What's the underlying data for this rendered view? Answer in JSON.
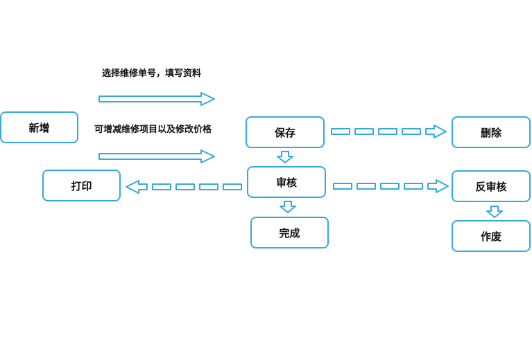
{
  "notes": {
    "select_fill": "选择维修单号，填写资料",
    "modify_items": "可增减维修项目以及修改价格"
  },
  "nodes": {
    "new": "新增",
    "save": "保存",
    "delete": "删除",
    "print": "打印",
    "audit": "审核",
    "unaudit": "反审核",
    "complete": "完成",
    "void": "作废"
  },
  "colors": {
    "border": "#33aadd",
    "text": "#111111"
  }
}
